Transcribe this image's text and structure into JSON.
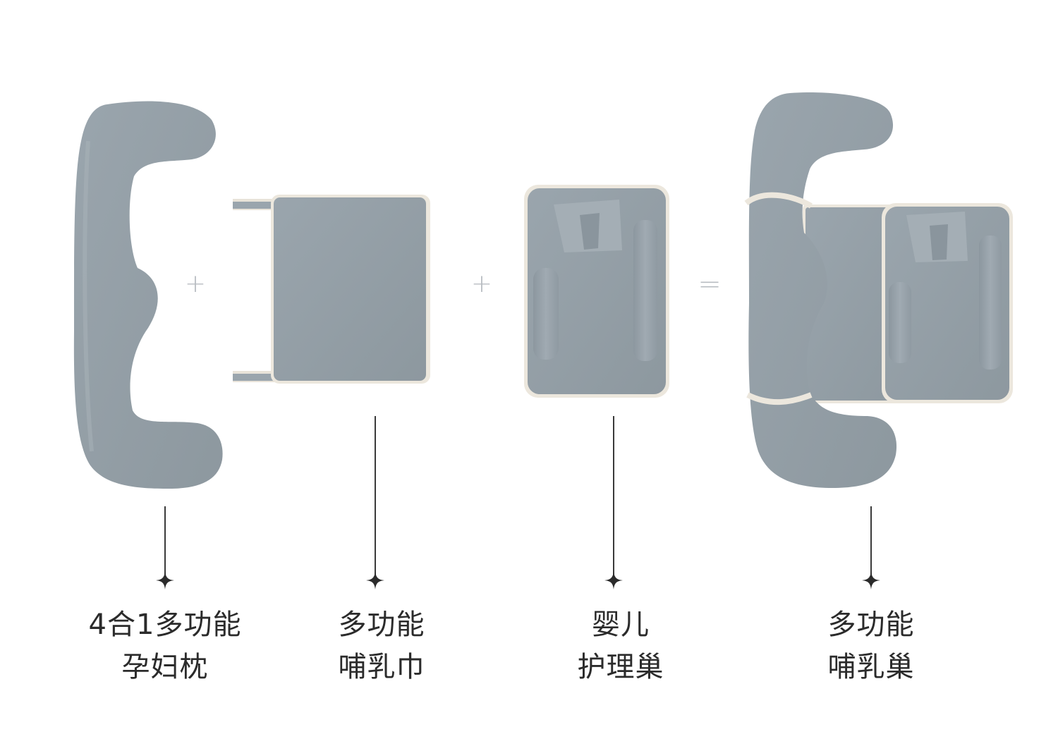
{
  "operators": {
    "plus_1": "+",
    "plus_2": "+",
    "equals": "="
  },
  "products": [
    {
      "line1": "4合1多功能",
      "line2": "孕妇枕"
    },
    {
      "line1": "多功能",
      "line2": "哺乳巾"
    },
    {
      "line1": "婴儿",
      "line2": "护理巢"
    },
    {
      "line1": "多功能",
      "line2": "哺乳巢"
    }
  ],
  "colors": {
    "fabric": "#95a0a8",
    "fabric_light": "#a3adb4",
    "fabric_dark": "#86919a",
    "piping": "#ebe6dc",
    "connector": "#3a3a3a",
    "label_text": "#2b2b2b",
    "operator": "#b8bdc2"
  }
}
